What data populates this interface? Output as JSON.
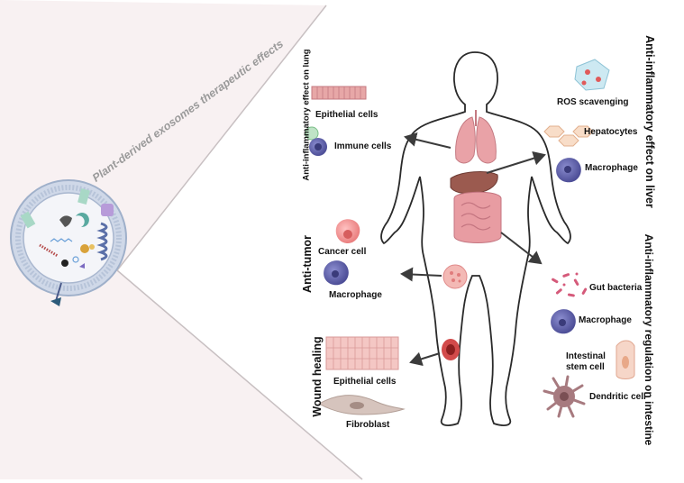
{
  "title": "Plant-derived exosomes therapeutic effects",
  "colors": {
    "left_panel": "#f8f1f2",
    "body_fill": "#ffffff",
    "body_stroke": "#2a2a2a",
    "arrow": "#3b3b3b",
    "immune": "#5e5fa8",
    "cancer": "#f08f8f",
    "epithelial": "#f2b7b4",
    "gut_bacteria": "#d55a7a",
    "dendritic": "#a77a7f",
    "lung": "#e9a2a7",
    "liver": "#9b5a4f",
    "intestine": "#e89ca2"
  },
  "sections": {
    "lung": {
      "heading": "Anti-inflammatory effect on lung",
      "items": [
        "Epithelial cells",
        "Immune cells"
      ]
    },
    "liver": {
      "heading": "Anti-inflammatory effect on liver",
      "items": [
        "ROS scavenging",
        "Hepatocytes",
        "Macrophage"
      ]
    },
    "tumor": {
      "heading": "Anti-tumor",
      "items": [
        "Cancer cell",
        "Macrophage"
      ]
    },
    "intestine": {
      "heading": "Anti-inflammatory regulation on intestine",
      "items": [
        "Gut bacteria",
        "Macrophage",
        "Intestinal",
        "stem cell",
        "Dendritic cell"
      ]
    },
    "wound": {
      "heading": "Wound healing",
      "items": [
        "Epithelial cells",
        "Fibroblast"
      ]
    }
  },
  "icons": [
    "exosome-vesicle-icon",
    "epithelial-strip-icon",
    "immune-cell-icon",
    "ros-icon",
    "hepatocytes-icon",
    "macrophage-icon",
    "cancer-cell-icon",
    "gut-bacteria-icon",
    "stem-cell-icon",
    "dendritic-cell-icon",
    "fibroblast-icon",
    "lungs-icon",
    "liver-icon",
    "intestine-icon",
    "tumor-icon",
    "wound-icon",
    "human-body-icon"
  ]
}
